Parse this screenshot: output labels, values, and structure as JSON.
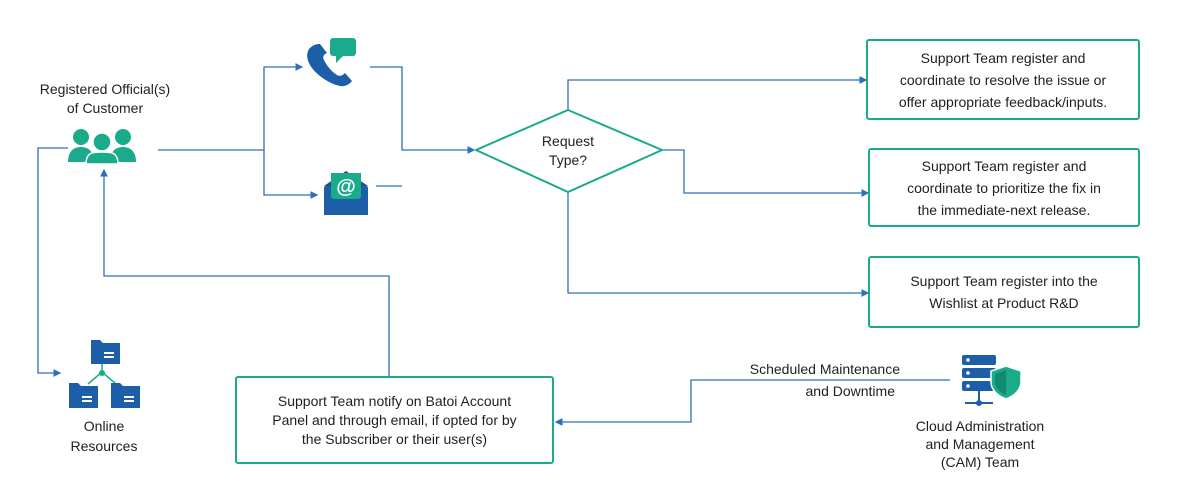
{
  "customer": {
    "line1": "Registered Official(s)",
    "line2": "of Customer"
  },
  "decision": {
    "line1": "Request",
    "line2": "Type?"
  },
  "outcomes": [
    {
      "line1": "Support Team register and",
      "line2": "coordinate to resolve the issue or",
      "line3": "offer appropriate feedback/inputs."
    },
    {
      "line1": "Support Team register and",
      "line2": "coordinate to prioritize the fix in",
      "line3": "the immediate-next release."
    },
    {
      "line1": "Support Team register into the",
      "line2": "Wishlist at Product R&D"
    }
  ],
  "notify": {
    "line1": "Support Team notify on Batoi Account",
    "line2": "Panel and through email, if opted for by",
    "line3": "the Subscriber or their user(s)"
  },
  "maintenance": {
    "line1": "Scheduled Maintenance",
    "line2": "and Downtime"
  },
  "cam": {
    "line1": "Cloud Administration",
    "line2": "and Management",
    "line3": "(CAM) Team"
  },
  "resources": {
    "line1": "Online",
    "line2": "Resources"
  },
  "icons": [
    "phone-chat-icon",
    "email-icon",
    "users-group-icon",
    "folders-network-icon",
    "server-shield-icon"
  ],
  "colors": {
    "line": "#2f6fb8",
    "box_border": "#1aab8a",
    "icon_blue": "#1c5fa8",
    "icon_teal": "#1aab8a"
  }
}
